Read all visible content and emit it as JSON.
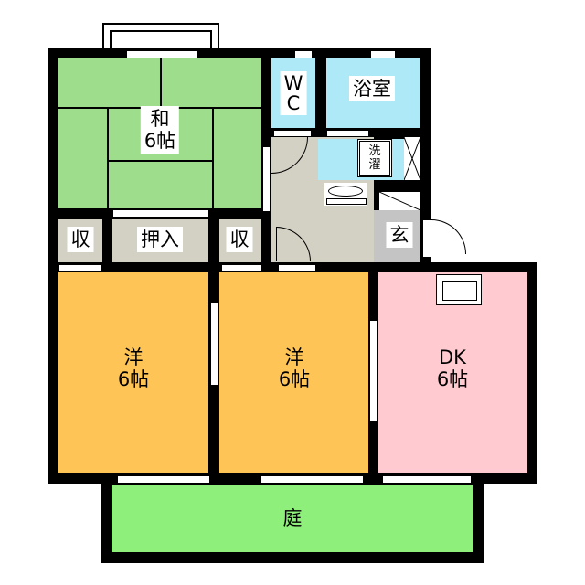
{
  "rooms": {
    "washitsu": {
      "name": "和",
      "size": "6帖"
    },
    "closet_left": "収",
    "oshiire": "押入",
    "closet_right": "収",
    "wc": {
      "line1": "W",
      "line2": "C"
    },
    "bath": "浴室",
    "laundry": {
      "line1": "洗",
      "line2": "濯"
    },
    "entrance": "玄",
    "western1": {
      "name": "洋",
      "size": "6帖"
    },
    "western2": {
      "name": "洋",
      "size": "6帖"
    },
    "dk": {
      "name": "DK",
      "size": "6帖"
    },
    "garden": "庭"
  },
  "colors": {
    "tatami": "#9edd8c",
    "water": "#aee9f7",
    "hall": "#d3d0c4",
    "entrance": "#c4c4c4",
    "western": "#fec456",
    "dk": "#ffcad0",
    "garden": "#8ef07a"
  }
}
